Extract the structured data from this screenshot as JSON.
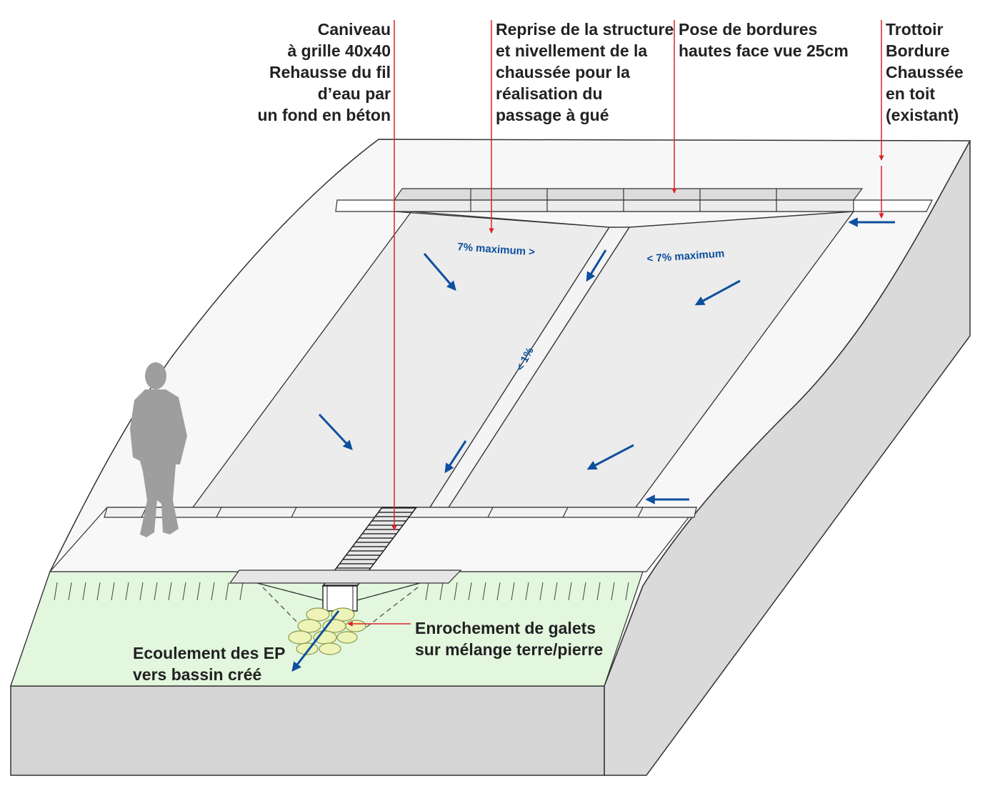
{
  "labels": {
    "caniveau": [
      "Caniveau",
      "à grille 40x40",
      "Rehausse du fil",
      "d’eau par",
      "un fond en béton"
    ],
    "reprise": [
      "Reprise de la structure",
      "et nivellement de la",
      "chaussée pour la",
      "réalisation du",
      "passage à gué"
    ],
    "bordures": [
      "Pose de bordures",
      "hautes face vue 25cm"
    ],
    "trottoir": [
      "Trottoir",
      "Bordure",
      "Chaussée",
      "en toit",
      "(existant)"
    ],
    "enrochement": [
      "Enrochement de galets",
      "sur mélange terre/pierre"
    ],
    "ecoulement": [
      "Ecoulement des EP",
      "vers bassin créé"
    ]
  },
  "slopes": {
    "left": "7% maximum >",
    "right": "< 7% maximum",
    "center": "< 1%"
  },
  "colors": {
    "road": "#ececec",
    "sidewalk": "#f8f8f8",
    "block_side": "#d9d9d9",
    "grass": "#e2f7de",
    "arrow": "#0d4f9e",
    "leader": "#d9252a",
    "text": "#222222"
  }
}
